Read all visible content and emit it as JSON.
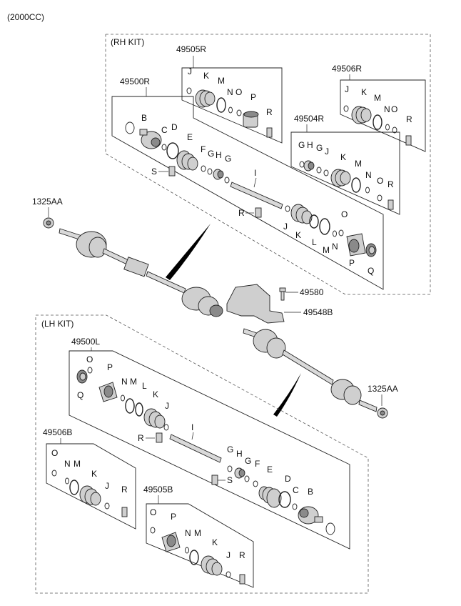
{
  "header": {
    "engine": "(2000CC)"
  },
  "rh_kit": {
    "title": "(RH KIT)",
    "assembly": "49500R",
    "sub_kits": {
      "k505": "49505R",
      "k506": "49506R",
      "k504": "49504R"
    }
  },
  "lh_kit": {
    "title": "(LH KIT)",
    "assembly": "49500L",
    "sub_kits": {
      "k506": "49506B",
      "k505": "49505B"
    }
  },
  "parts": {
    "nut": "1325AA",
    "bolt": "49580",
    "bracket": "49548B"
  },
  "letters": {
    "B": "B",
    "C": "C",
    "D": "D",
    "E": "E",
    "F": "F",
    "G": "G",
    "H": "H",
    "I": "I",
    "J": "J",
    "K": "K",
    "L": "L",
    "M": "M",
    "N": "N",
    "O": "O",
    "P": "P",
    "Q": "Q",
    "R": "R",
    "S": "S"
  }
}
